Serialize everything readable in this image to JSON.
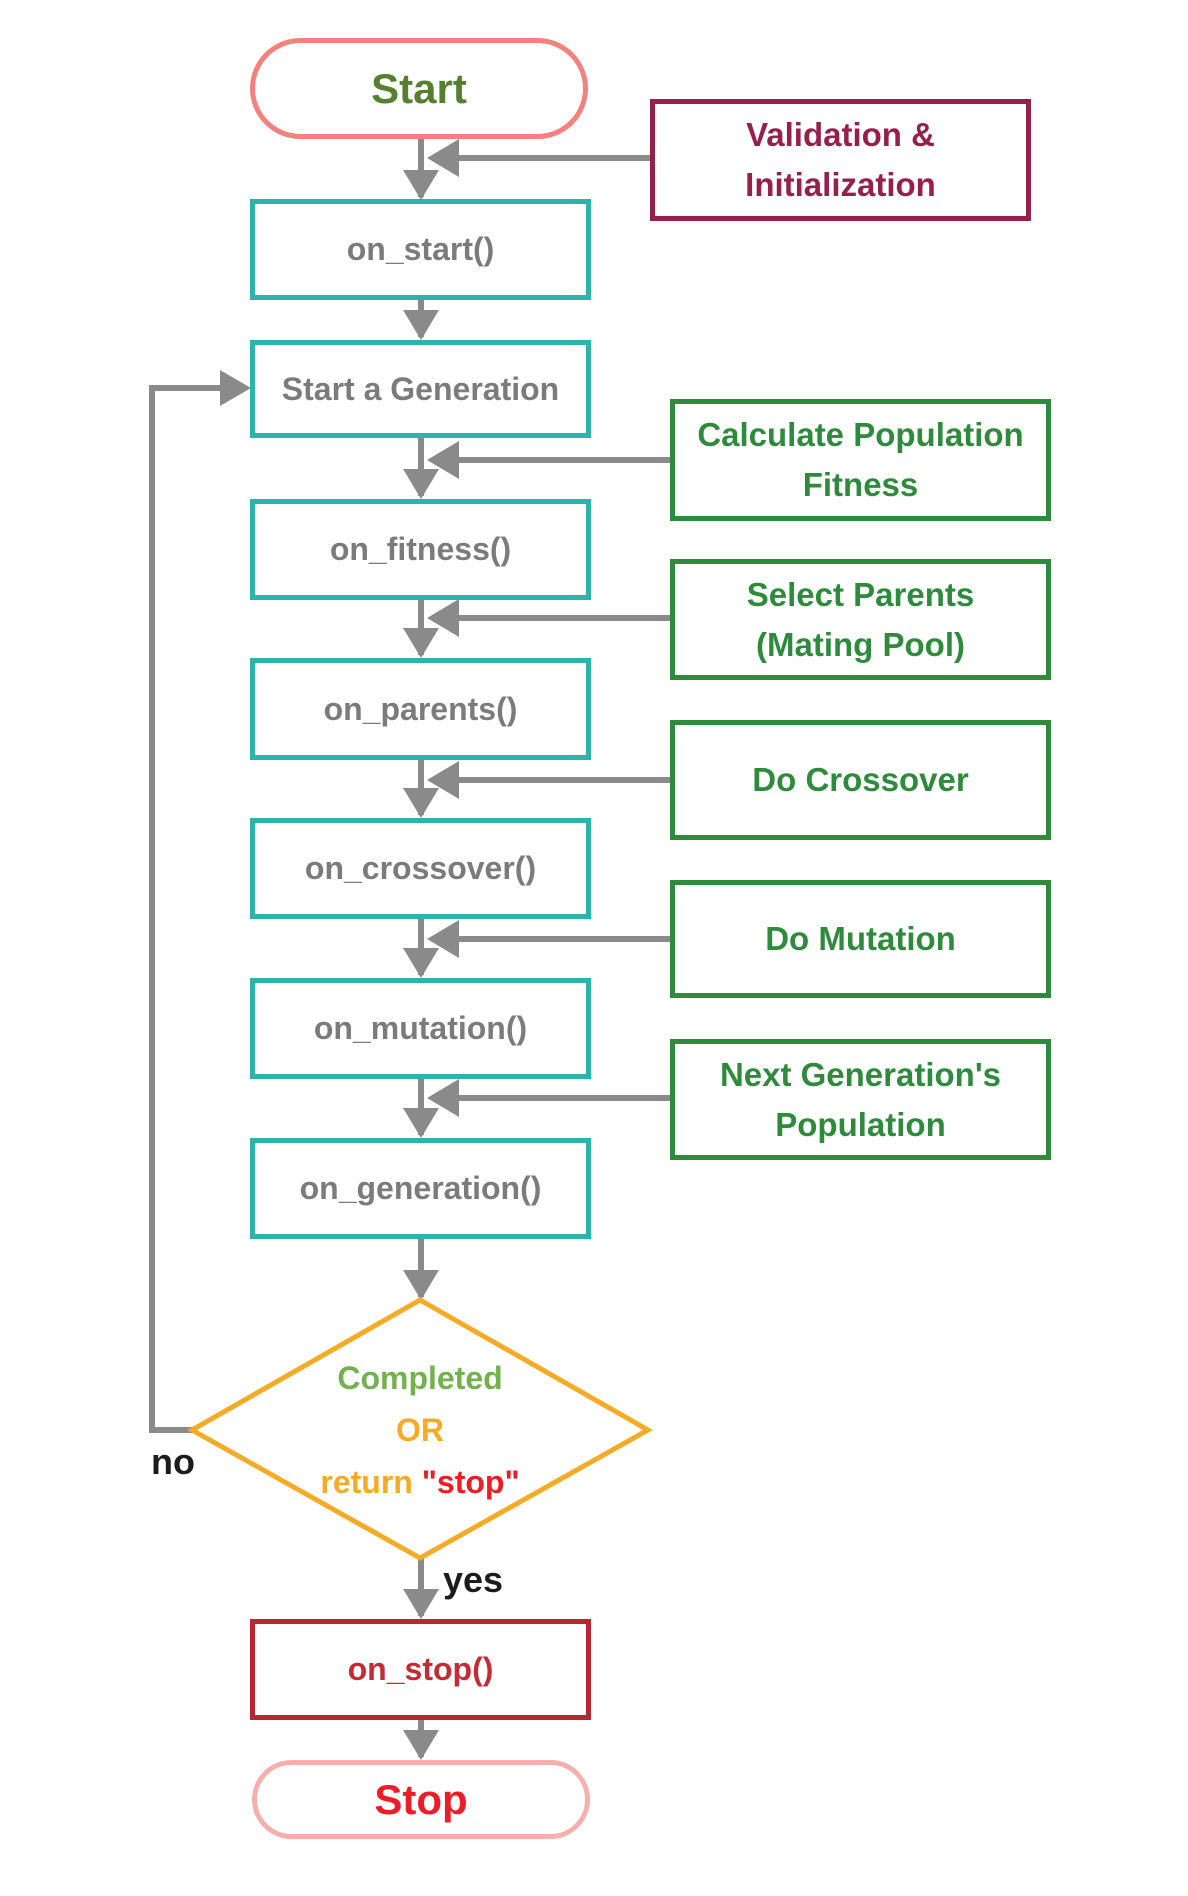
{
  "diagram": {
    "start": "Start",
    "stop": "Stop",
    "steps": {
      "on_start": "on_start()",
      "start_generation": "Start a Generation",
      "on_fitness": "on_fitness()",
      "on_parents": "on_parents()",
      "on_crossover": "on_crossover()",
      "on_mutation": "on_mutation()",
      "on_generation": "on_generation()",
      "on_stop": "on_stop()"
    },
    "annotations": {
      "validation": {
        "lines": [
          "Validation &",
          "Initialization"
        ]
      },
      "fitness": {
        "lines": [
          "Calculate Population",
          "Fitness"
        ]
      },
      "parents": {
        "lines": [
          "Select Parents",
          "(Mating Pool)"
        ]
      },
      "crossover": {
        "lines": [
          "Do Crossover"
        ]
      },
      "mutation": {
        "lines": [
          "Do Mutation"
        ]
      },
      "next_generation": {
        "lines": [
          "Next Generation's",
          "Population"
        ]
      }
    },
    "decision": {
      "line1": "Completed",
      "line2": "OR",
      "line3_keyword": "return",
      "line3_value": "\"stop\""
    },
    "edge_labels": {
      "no": "no",
      "yes": "yes"
    },
    "colors": {
      "teal": "#2cb3ab",
      "annotation_green": "#2e8b3c",
      "maroon": "#97204a",
      "salmon": "#f4817b",
      "light_pink": "#f7afab",
      "amber": "#f5ab26",
      "light_green": "#72b14b",
      "bright_red": "#ee1c25",
      "dark_red": "#b42931",
      "step_text_gray": "#7b7b7b",
      "start_text_green": "#55802f",
      "wire_gray": "#8a8a8a",
      "label_black": "#1c1c1c"
    }
  }
}
